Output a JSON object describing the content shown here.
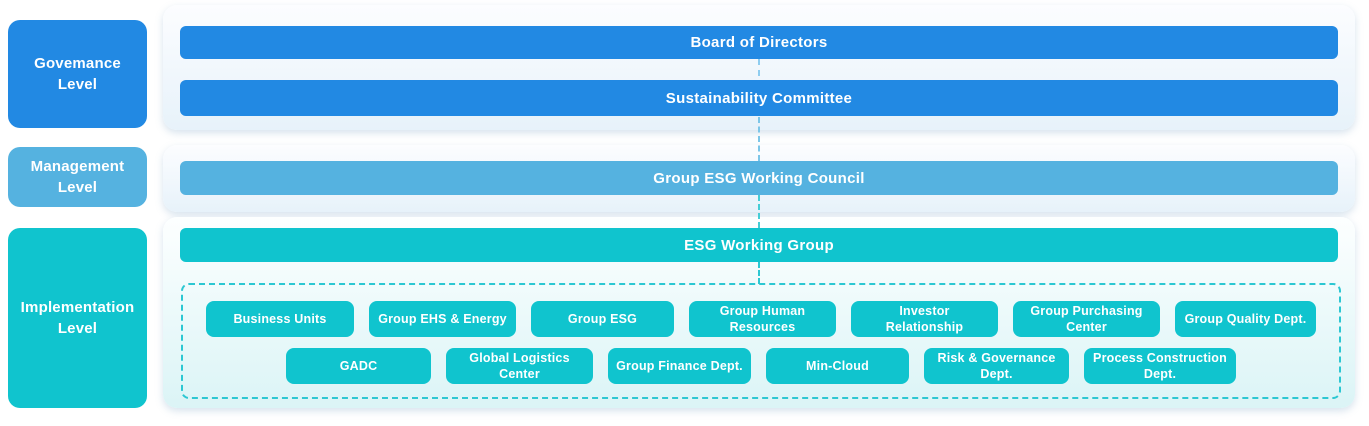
{
  "diagram": {
    "governance": {
      "label": "Govemance Level",
      "board": "Board of Directors",
      "committee": "Sustainability Committee"
    },
    "management": {
      "label": "Management Level",
      "council": "Group ESG Working Council"
    },
    "implementation": {
      "label": "Implementation Level",
      "working_group": "ESG Working Group",
      "units_row1": [
        "Business Units",
        "Group EHS & Energy",
        "Group ESG",
        "Group Human Resources",
        "Investor Relationship",
        "Group Purchasing Center",
        "Group Quality Dept."
      ],
      "units_row2": [
        "GADC",
        "Global Logistics Center",
        "Group Finance Dept.",
        "Min-Cloud",
        "Risk & Governance Dept.",
        "Process Construction Dept."
      ]
    }
  },
  "colors": {
    "governance-blue": "#2289e3",
    "management-blue": "#55b2e0",
    "implementation-teal": "#10c4ce",
    "dashed-border": "#2cc7d2",
    "panel-tint-blue": "#e7f2fa",
    "panel-tint-teal": "#dbf4f6"
  }
}
